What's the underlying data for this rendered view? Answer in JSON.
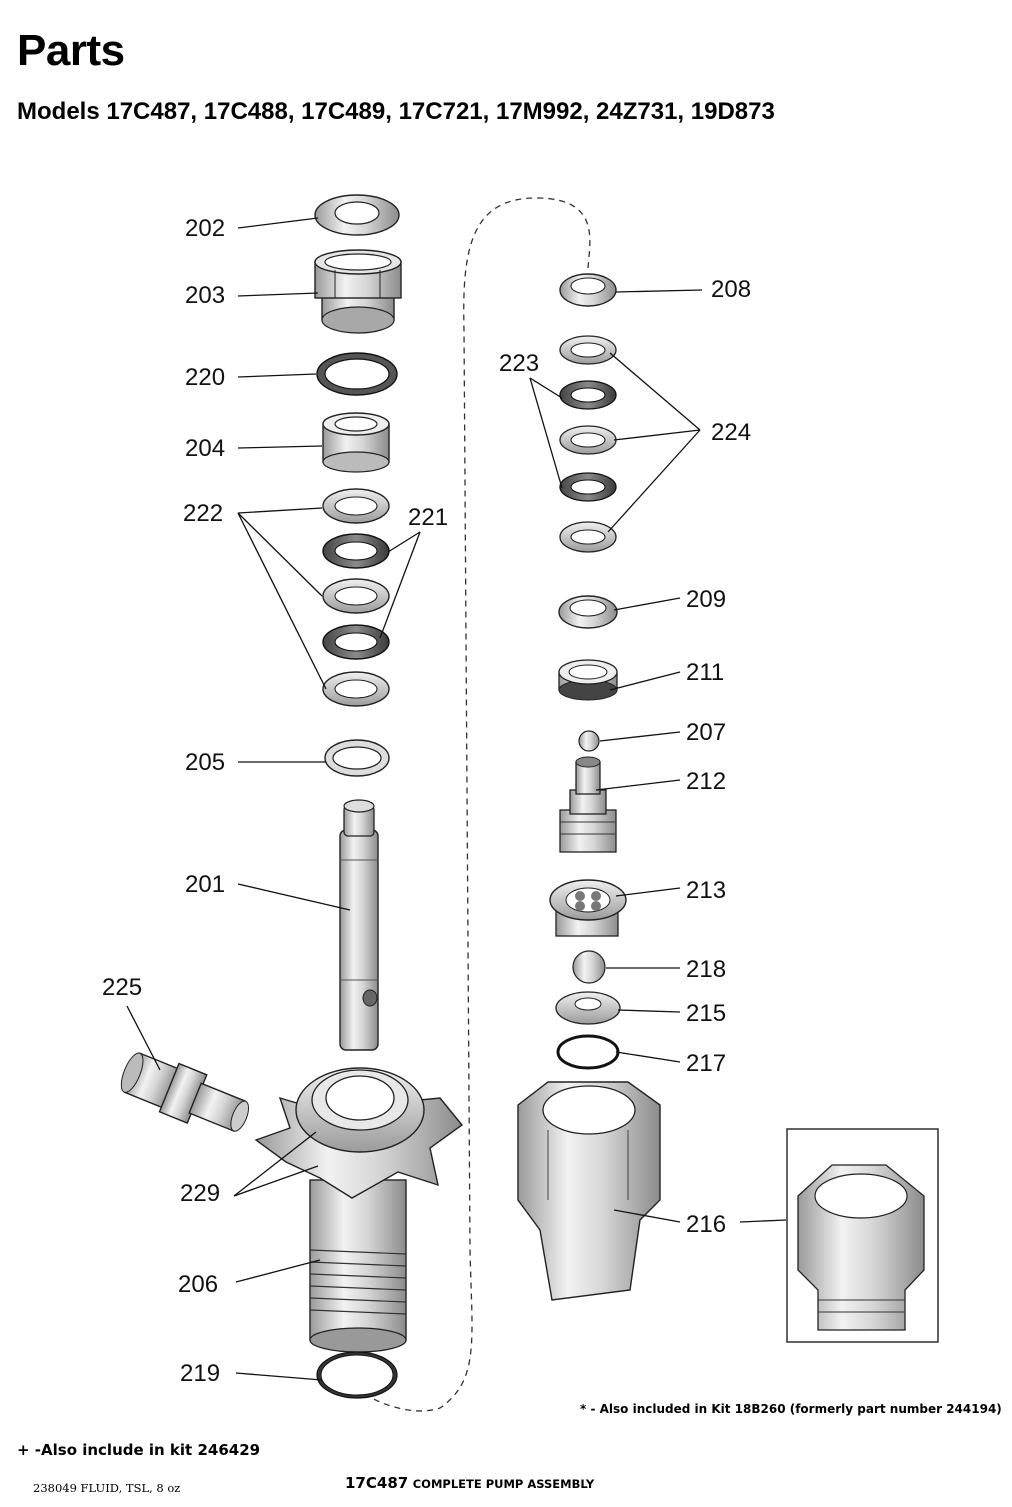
{
  "header": {
    "title": "Parts",
    "subtitle": "Models 17C487, 17C488, 17C489, 17C721, 17M992, 24Z731, 19D873"
  },
  "callouts": {
    "c202": "202",
    "c203": "203",
    "c220": "220",
    "c204": "204",
    "c222": "222",
    "c221": "221",
    "c205": "205",
    "c201": "201",
    "c225": "225",
    "c229": "229",
    "c206": "206",
    "c219": "219",
    "c208": "208",
    "c223": "223",
    "c224": "224",
    "c209": "209",
    "c211": "211",
    "c207": "207",
    "c212": "212",
    "c213": "213",
    "c218": "218",
    "c215": "215",
    "c217": "217",
    "c216": "216"
  },
  "notes": {
    "kit_note": "* - Also included in Kit 18B260 (formerly part number 244194)",
    "plus_note": "+ -Also include in kit 246429",
    "fluid": "238049 FLUID, TSL, 8 oz",
    "assembly_number": "17C487",
    "assembly_text": "COMPLETE PUMP ASSEMBLY"
  }
}
